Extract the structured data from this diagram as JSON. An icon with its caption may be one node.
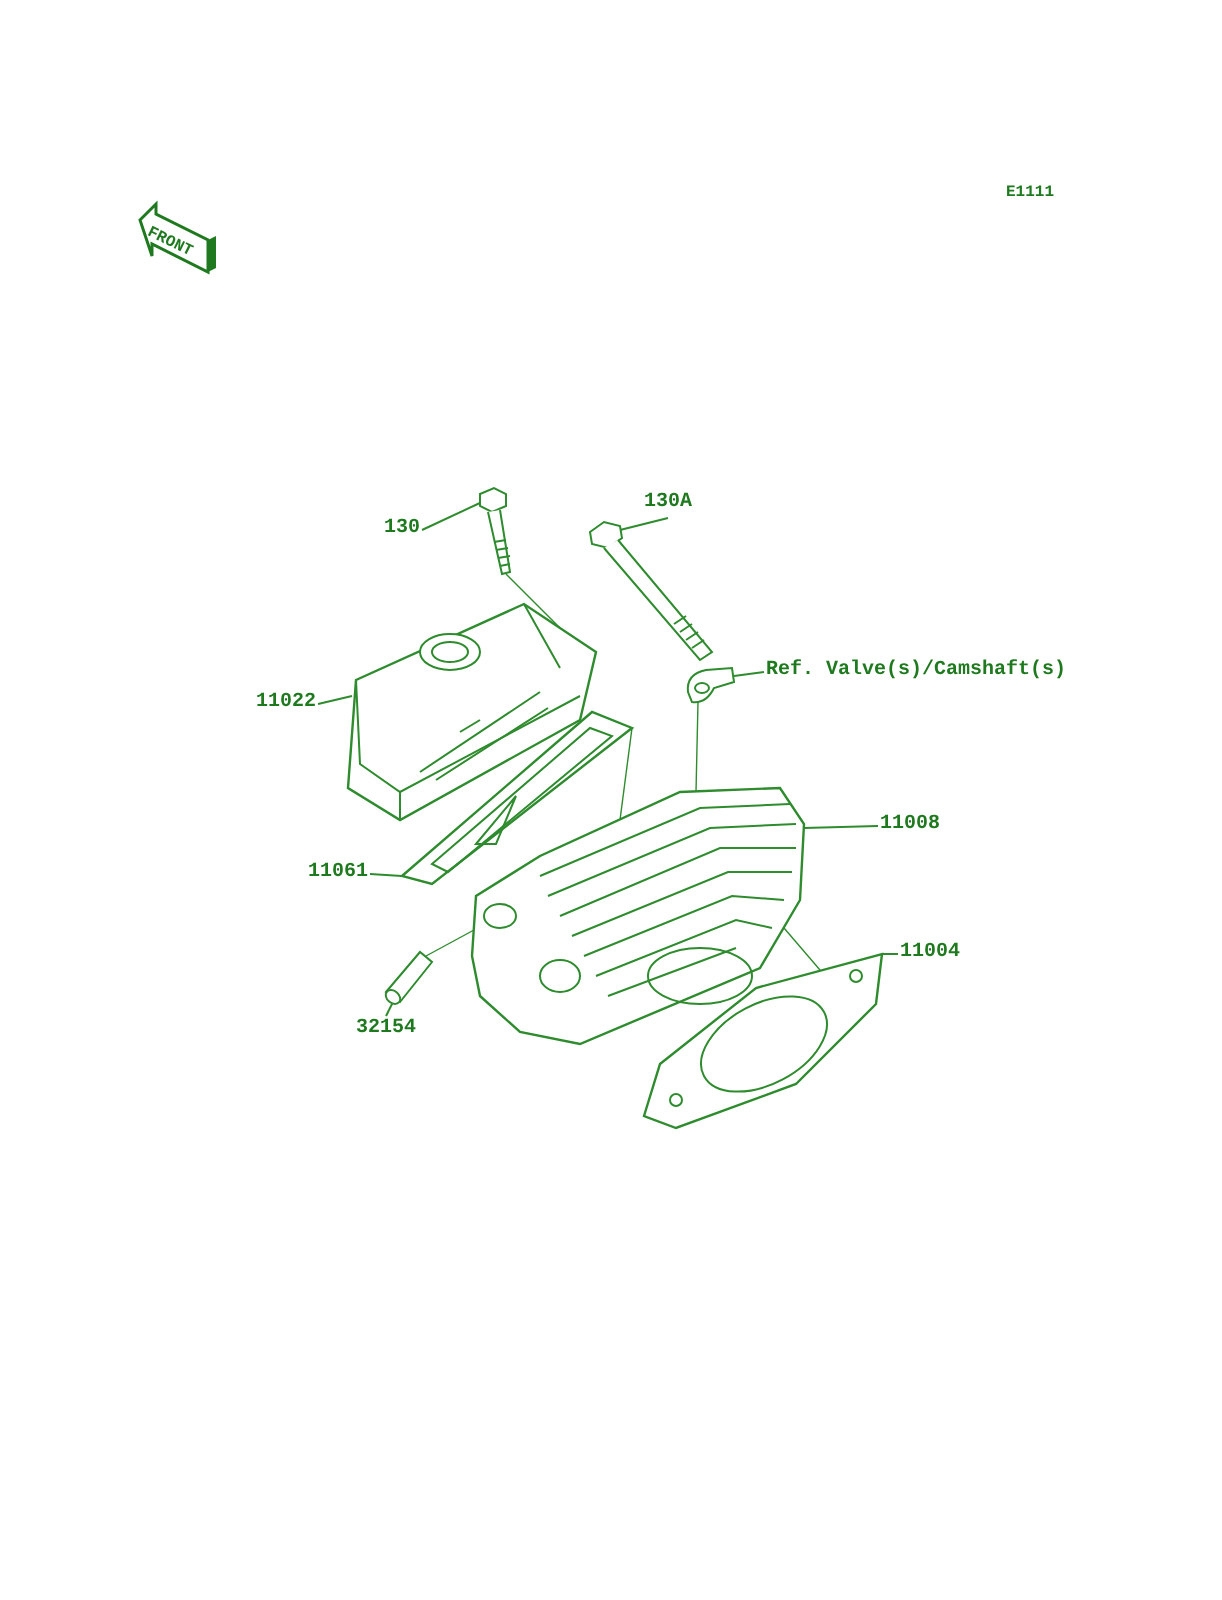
{
  "diagram": {
    "nodes": [
      {
        "text": [
          "130"
        ]
      },
      {
        "text": [],
        "shape": "picture"
      },
      {
        "text": [
          "130A"
        ]
      },
      {
        "text": [],
        "shape": "picture"
      },
      {
        "text": [
          "Ref. Valve(s)/Camshaft(s)"
        ]
      },
      {
        "text": [],
        "shape": "picture"
      },
      {
        "text": [
          "11022"
        ]
      },
      {
        "text": [],
        "shape": "picture"
      },
      {
        "text": [
          "11061"
        ]
      },
      {
        "text": [],
        "shape": "picture"
      },
      {
        "text": [
          "11008"
        ]
      },
      {
        "text": [],
        "shape": "picture"
      },
      {
        "text": [
          "11004"
        ]
      },
      {
        "text": [],
        "shape": "picture"
      },
      {
        "text": [
          "32154"
        ]
      },
      {
        "text": [],
        "shape": "picture"
      }
    ],
    "edges": [
      {
        "from": 0,
        "to": 1,
        "arrow": "none"
      },
      {
        "from": 2,
        "to": 3,
        "arrow": "none"
      },
      {
        "from": 4,
        "to": 5,
        "arrow": "none"
      },
      {
        "from": 6,
        "to": 7,
        "arrow": "none"
      },
      {
        "from": 8,
        "to": 9,
        "arrow": "none"
      },
      {
        "from": 10,
        "to": 11,
        "arrow": "none"
      },
      {
        "from": 12,
        "to": 13,
        "arrow": "none"
      },
      {
        "from": 14,
        "to": 15,
        "arrow": "none"
      },
      {
        "from": 1,
        "to": 7,
        "arrow": "none"
      },
      {
        "from": 5,
        "to": 11,
        "arrow": "none"
      },
      {
        "from": 9,
        "to": 11,
        "arrow": "none"
      },
      {
        "from": 15,
        "to": 11,
        "arrow": "none"
      },
      {
        "from": 11,
        "to": 13,
        "arrow": "none"
      }
    ],
    "labels": [
      "E1111",
      "FRONT"
    ]
  }
}
